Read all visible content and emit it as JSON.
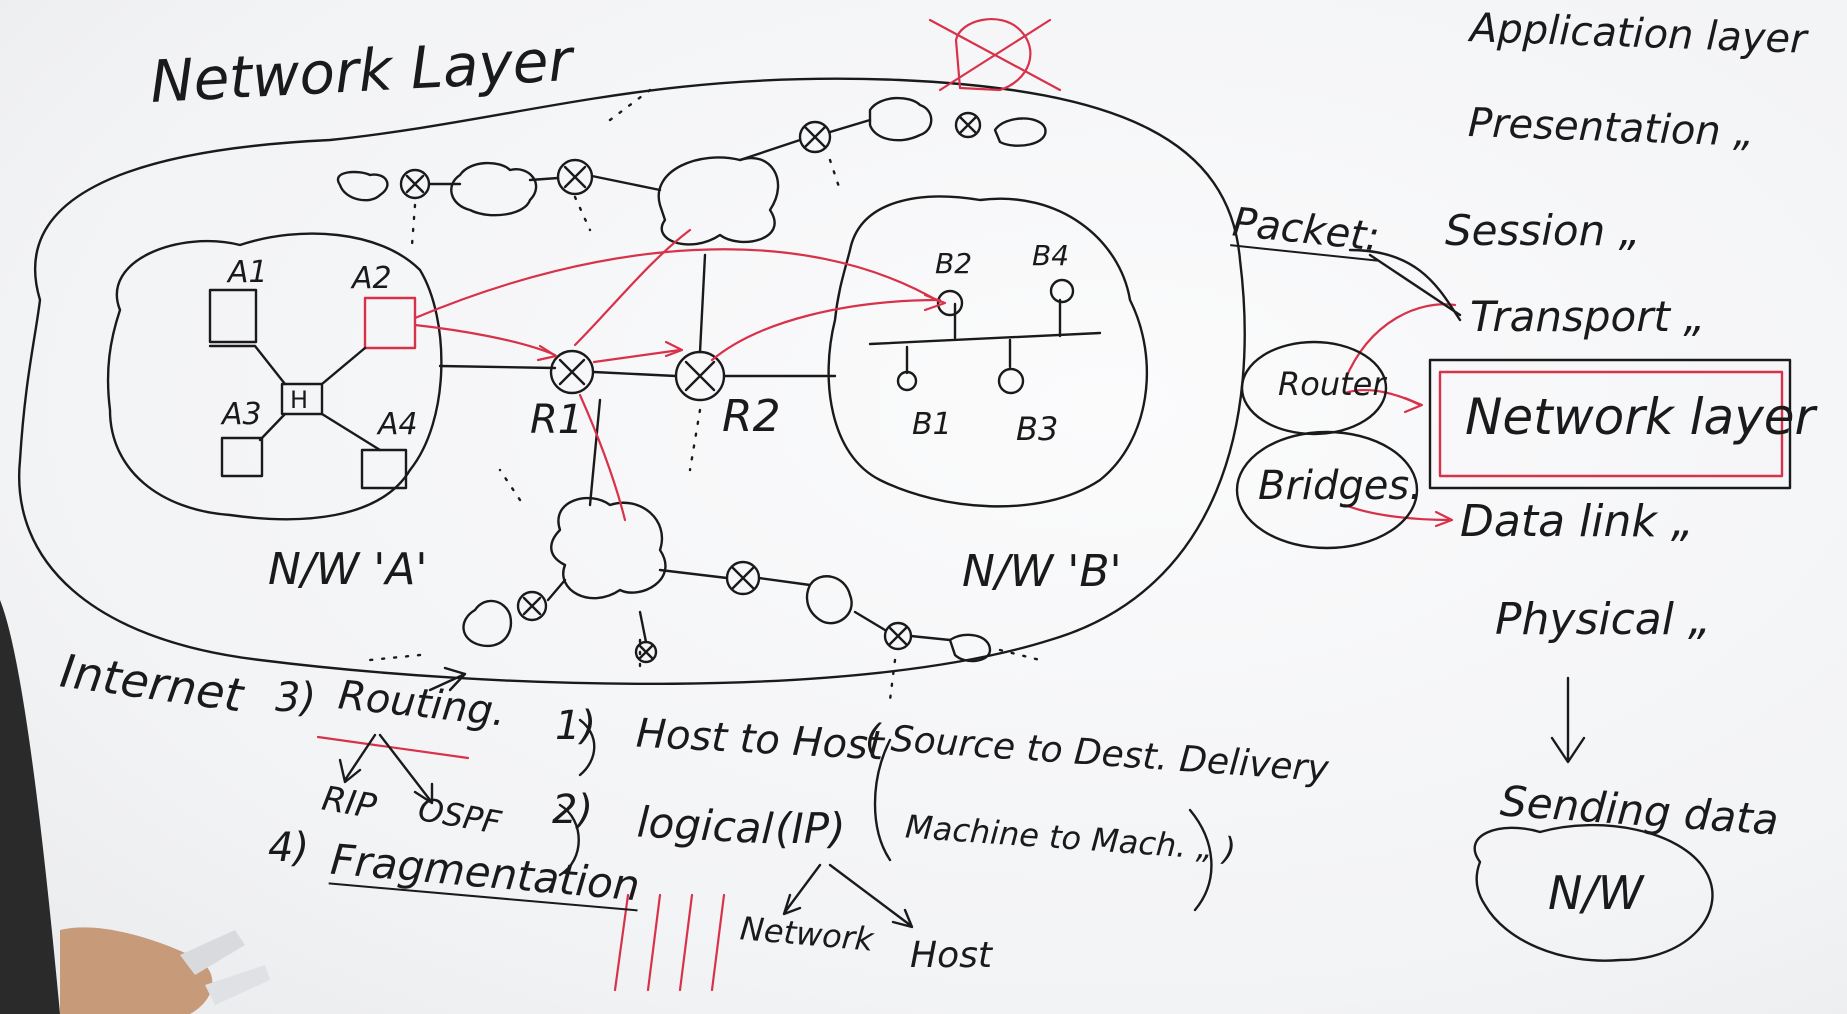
{
  "title": "Network Layer",
  "network_a": {
    "label": "N/W 'A'",
    "hub": "H",
    "hosts": [
      "A1",
      "A2",
      "A3",
      "A4"
    ]
  },
  "network_b": {
    "label": "N/W 'B'",
    "hosts": [
      "B1",
      "B2",
      "B3",
      "B4"
    ]
  },
  "routers": [
    "R1",
    "R2"
  ],
  "internet_label": "Internet",
  "osi_layers": [
    "Application layer",
    "Presentation „",
    "Session „",
    "Transport „",
    "Network layer",
    "Data link „",
    "Physical „"
  ],
  "side_notes": {
    "packet": "Packet:",
    "routers": "Router",
    "bridges": "Bridges.",
    "sending": "Sending data",
    "cloud": "N/W"
  },
  "functions": {
    "f3": "3)",
    "routing": "Routing.",
    "rip": "RIP",
    "ospf": "OSPF",
    "f4": "4)",
    "fragmentation": "Fragmentation",
    "f1": "1)",
    "host_to_host": "Host to Host",
    "source_dest": "( Source to Dest. Delivery",
    "machine": "Machine to Mach.  „ )",
    "f2": "2)",
    "logical": "logical",
    "ip": "(IP)",
    "network": "Network",
    "host": "Host"
  },
  "colors": {
    "ink": "#1a1a1a",
    "red_marker": "#d8324a",
    "board": "#f3f4f6"
  }
}
